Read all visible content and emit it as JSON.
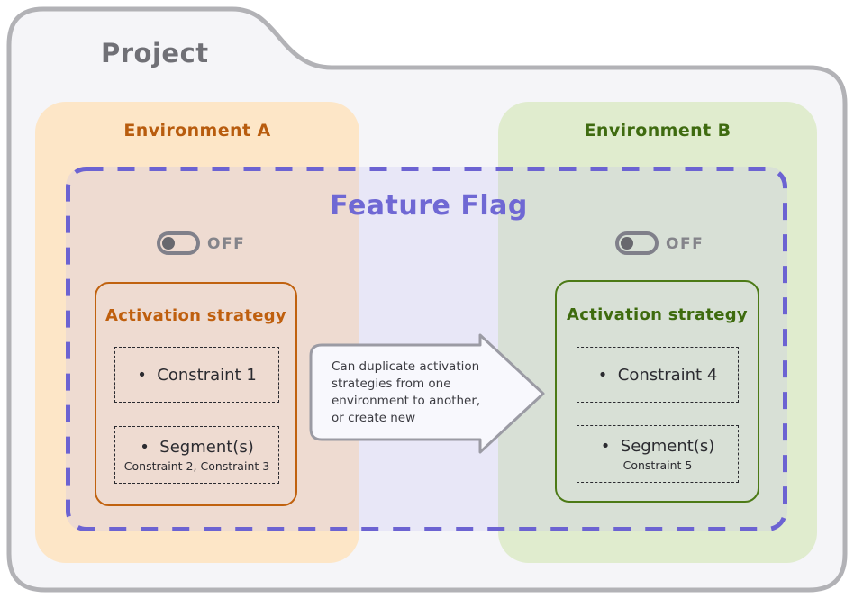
{
  "project": {
    "title": "Project"
  },
  "feature_flag": {
    "title": "Feature Flag"
  },
  "environments": [
    {
      "title": "Environment A",
      "toggle_label": "OFF",
      "toggle_state": "off",
      "activation": {
        "title": "Activation strategy",
        "constraint": "•  Constraint 1",
        "segment": "•  Segment(s)",
        "segment_detail": "Constraint 2, Constraint 3"
      }
    },
    {
      "title": "Environment B",
      "toggle_label": "OFF",
      "toggle_state": "off",
      "activation": {
        "title": "Activation strategy",
        "constraint": "•  Constraint 4",
        "segment": "•  Segment(s)",
        "segment_detail": "Constraint 5"
      }
    }
  ],
  "arrow": {
    "lines": [
      "Can duplicate activation",
      "strategies from one",
      "environment to another,",
      "or create new"
    ]
  },
  "colors": {
    "purple_accent": "#6C63D2",
    "env_a_accent": "#B85C0E",
    "env_b_accent": "#3F6B10",
    "env_a_bg": "#FDE6C7",
    "env_b_bg": "#E0ECCE",
    "flag_tint": "rgba(185,180,247,0.22)",
    "toggle_gray": "#80808A",
    "folder_bg": "#F5F5F8",
    "folder_border": "#B2B2B6",
    "arrow_fill": "#F8F8FD",
    "arrow_border": "#9B9BA4"
  }
}
